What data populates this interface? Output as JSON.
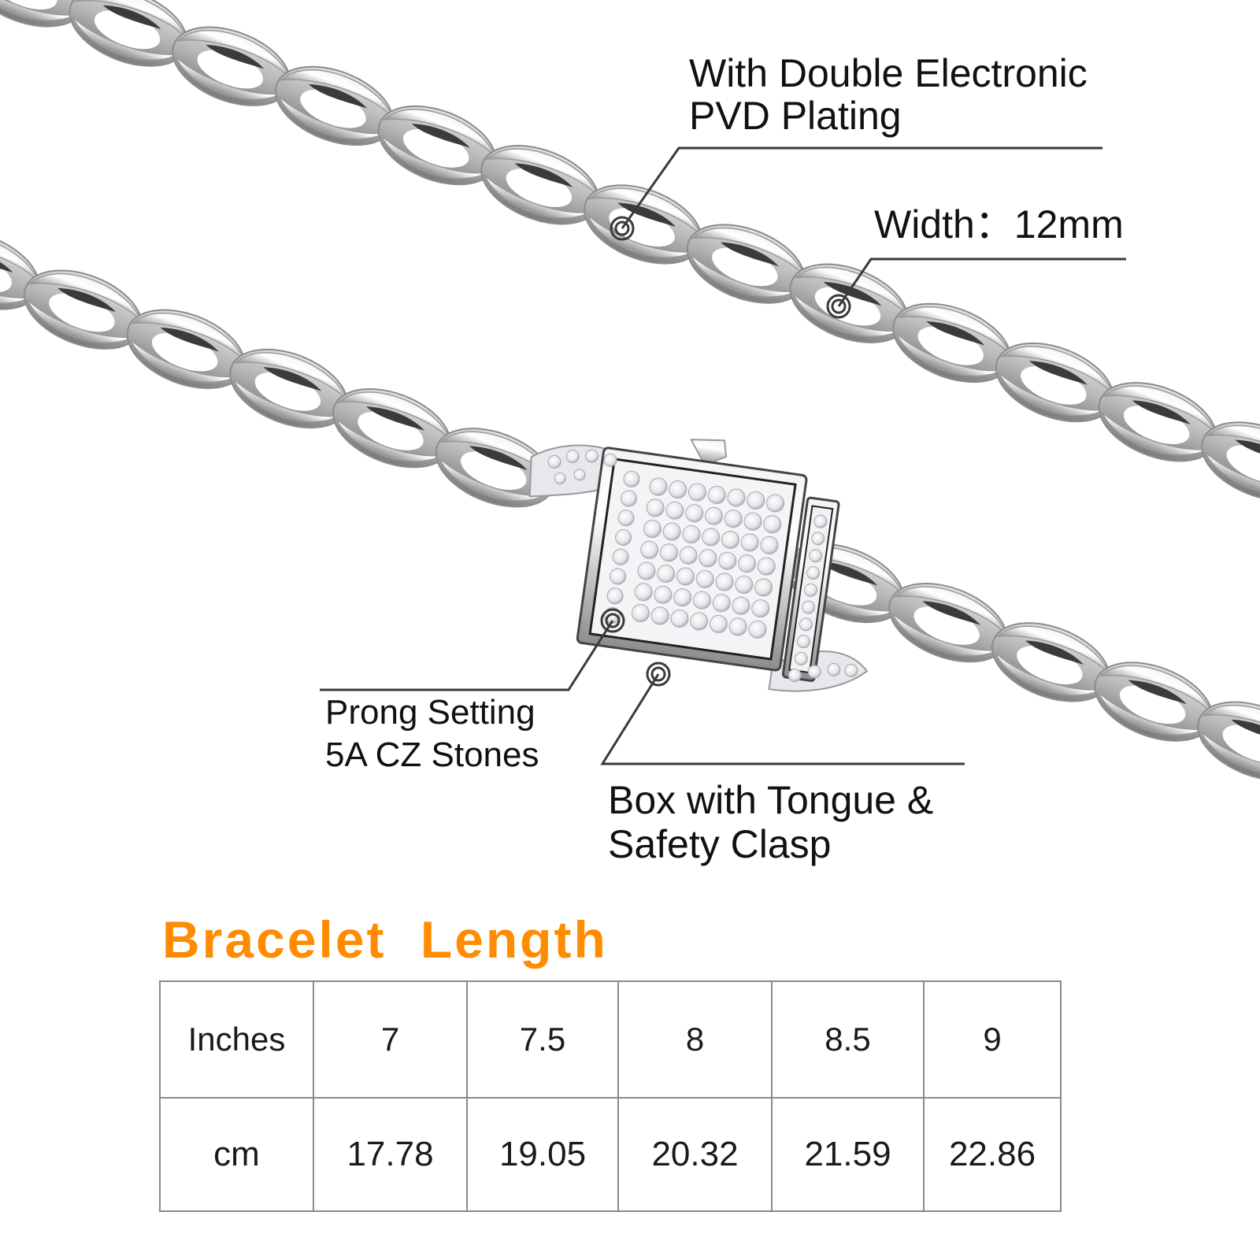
{
  "product": {
    "type": "cuban link chain bracelet",
    "metal_color": "#c8c8c8",
    "clasp": "box clasp with pavé CZ stones"
  },
  "callouts": [
    {
      "id": "plating",
      "lines": [
        "With Double Electronic",
        "PVD Plating"
      ]
    },
    {
      "id": "width",
      "lines": [
        "Width：12mm"
      ]
    },
    {
      "id": "stones",
      "lines": [
        "Prong Setting",
        "5A CZ Stones"
      ]
    },
    {
      "id": "clasp",
      "lines": [
        "Box with Tongue &",
        "Safety Clasp"
      ]
    }
  ],
  "size_chart": {
    "title": "Bracelet  Length",
    "title_color": "#ff8c00",
    "rows": [
      {
        "label": "Inches",
        "values": [
          "7",
          "7.5",
          "8",
          "8.5",
          "9"
        ]
      },
      {
        "label": "cm",
        "values": [
          "17.78",
          "19.05",
          "20.32",
          "21.59",
          "22.86"
        ]
      }
    ]
  }
}
